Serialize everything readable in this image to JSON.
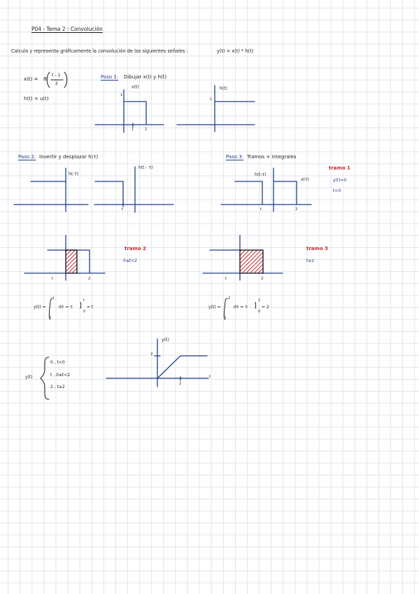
{
  "header": {
    "title": "P04 - Tema 2 : Convolución",
    "prompt": "Calcula y representa gráficamente la convolución de las siguientes señales :",
    "equation": "y(t) = x(t) * h(t)"
  },
  "definitions": {
    "x_lhs": "x(t) =",
    "x_func": "π",
    "x_num": "t - 1",
    "x_den": "2",
    "h": "h(t) = u(t)"
  },
  "step1": {
    "heading": "Paso 1:",
    "title": "Dibujar x(t) y h(t)",
    "x_plot": {
      "label": "x(t)",
      "amp": "1",
      "t1": "1",
      "t2": "2"
    },
    "h_plot": {
      "label": "h(t)",
      "amp": "1"
    }
  },
  "step2": {
    "heading": "Paso 2:",
    "title": "Invertir y desplazar h(τ)",
    "plot_a": {
      "label": "h(-τ)"
    },
    "plot_b": {
      "label": "h(t - τ)",
      "tick": "t"
    }
  },
  "step3": {
    "heading": "Paso 3:",
    "title": "Tramos + integrales",
    "plot": {
      "h_label": "h(t-τ)",
      "x_label": "x(τ)",
      "tick_t": "t",
      "tick_2": "2"
    },
    "tramo1": {
      "title": "tramo 1",
      "result": "y(t)=0",
      "cond": "t<0"
    }
  },
  "tramo2": {
    "title": "tramo 2",
    "cond": "0≤t<2",
    "tick_t": "t",
    "tick_2": "2",
    "integral": {
      "lhs": "y(t) =",
      "upper": "t",
      "lower": "0",
      "integrand": "dτ = τ",
      "bracket": "]",
      "bup": "t",
      "blow": "0",
      "result": "= t"
    }
  },
  "tramo3": {
    "title": "tramo 3",
    "cond": "t≥2",
    "tick_t": "t",
    "tick_2": "2",
    "integral": {
      "lhs": "y(t) =",
      "upper": "2",
      "lower": "0",
      "integrand": "dτ = τ",
      "bracket": "]",
      "bup": "2",
      "blow": "0",
      "result": "= 2"
    }
  },
  "result": {
    "lhs": "y(t)",
    "cases": [
      "0 , t<0",
      "t , 0≤t<2",
      "2 , t≥2"
    ],
    "plot": {
      "label": "y(t)",
      "amp": "2",
      "tick_2": "2",
      "axis_t": "t"
    }
  },
  "colors": {
    "ink": "#1c1c24",
    "axis": "#1f3f86",
    "red": "#c62828",
    "grid": "#e2e4ea"
  }
}
